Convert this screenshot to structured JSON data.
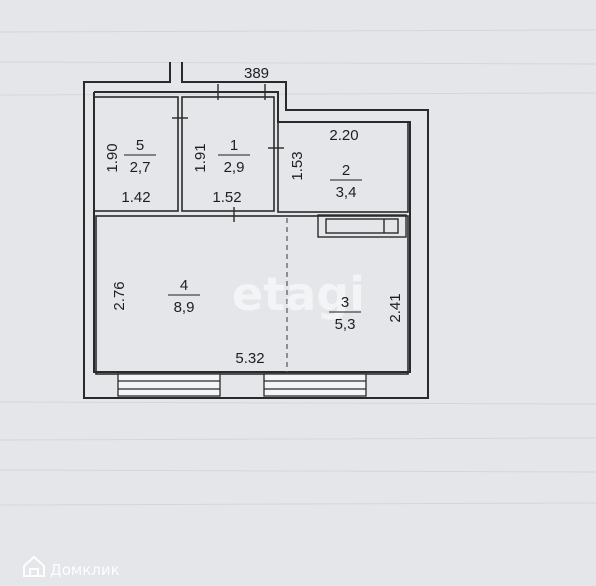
{
  "plan": {
    "top_dimension": "389",
    "watermark": "etagi",
    "source_logo": "Домклик",
    "rooms": [
      {
        "id": "room-5",
        "number": "5",
        "area": "2,7",
        "dims": [
          "1.90",
          "1.42"
        ]
      },
      {
        "id": "room-1",
        "number": "1",
        "area": "2,9",
        "dims": [
          "1.91",
          "1.52"
        ]
      },
      {
        "id": "room-2",
        "number": "2",
        "area": "3,4",
        "dims": [
          "2.20",
          "1.53"
        ]
      },
      {
        "id": "room-4",
        "number": "4",
        "area": "8,9",
        "dims": [
          "2.76",
          "5.32"
        ]
      },
      {
        "id": "room-3",
        "number": "3",
        "area": "5,3",
        "dims": [
          "2.41"
        ]
      }
    ]
  }
}
